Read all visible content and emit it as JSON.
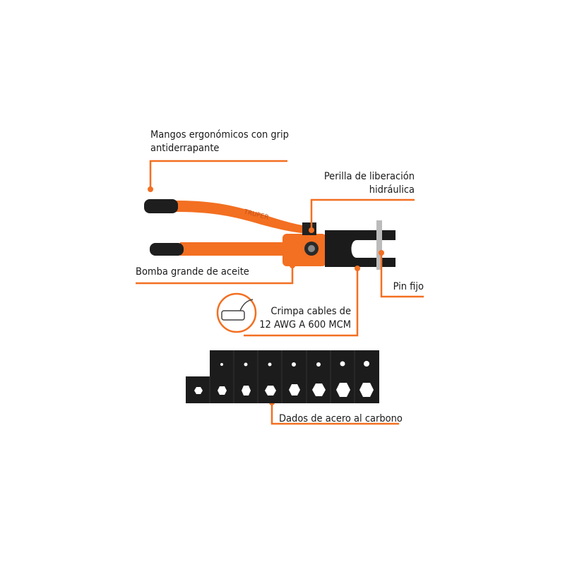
{
  "brand": "TRUPER",
  "accent_color": "#f36f21",
  "callouts": {
    "handles": {
      "line1": "Mangos ergonómicos con grip",
      "line2": "antiderrapante"
    },
    "release": {
      "line1": "Perilla de liberación",
      "line2": "hidráulica"
    },
    "pump": {
      "line1": "Bomba grande de aceite"
    },
    "pin": {
      "line1": "Pin fijo"
    },
    "crimp": {
      "line1": "Crimpa cables de",
      "line2": "12 AWG A 600 MCM"
    },
    "dies": {
      "line1": "Dados de acero al carbono"
    }
  }
}
